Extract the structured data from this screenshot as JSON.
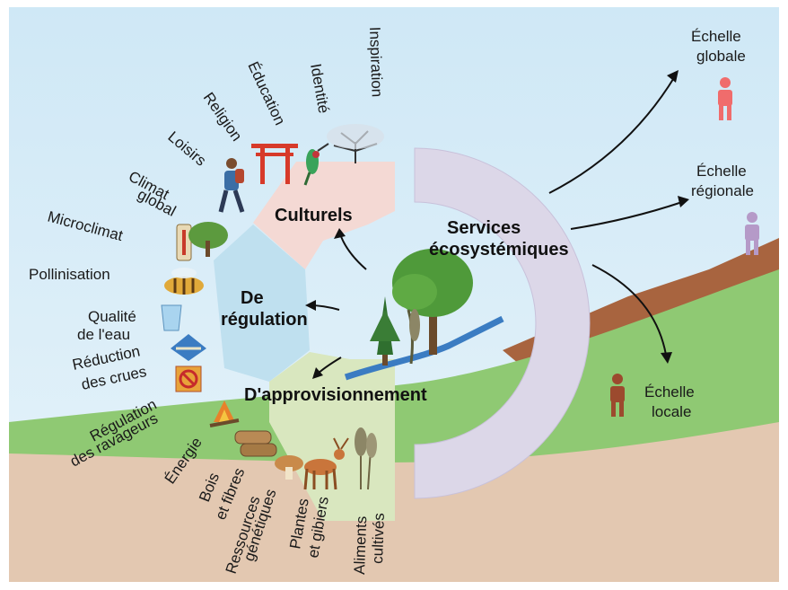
{
  "colors": {
    "sky": "#d6ecf7",
    "ground": "#e3c8b1",
    "hill": "#8fc973",
    "mountain": "#a8643f",
    "services_ring": "#dcd7e8",
    "culturels": "#f4d9d4",
    "regulation": "#bfe0ef",
    "approvisionnement": "#d9e7bf",
    "global_person": "#f06c6c",
    "regional_person": "#b59ac8",
    "local_person": "#9c4a2e"
  },
  "main": {
    "services_line1": "Services",
    "services_line2": "écosystémiques"
  },
  "categories": {
    "culturels": "Culturels",
    "regulation_line1": "De",
    "regulation_line2": "régulation",
    "approvisionnement": "D'approvisionnement"
  },
  "cultural_items": [
    "Loisirs",
    "Religion",
    "Éducation",
    "Identité",
    "Inspiration"
  ],
  "regulation_items": {
    "climat_global_1": "Climat",
    "climat_global_2": "global",
    "microclimat": "Microclimat",
    "pollinisation": "Pollinisation",
    "qualite_1": "Qualité",
    "qualite_2": "de l'eau",
    "reduction_1": "Réduction",
    "reduction_2": "des crues",
    "ravageurs_1": "Régulation",
    "ravageurs_2": "des ravageurs"
  },
  "provisioning_items": {
    "energie": "Énergie",
    "bois_1": "Bois",
    "bois_2": "et fibres",
    "ressources_1": "Ressources",
    "ressources_2": "génétiques",
    "plantes_1": "Plantes",
    "plantes_2": "et gibiers",
    "aliments_1": "Aliments",
    "aliments_2": "cultivés"
  },
  "scales": {
    "global_1": "Échelle",
    "global_2": "globale",
    "regional_1": "Échelle",
    "regional_2": "régionale",
    "local_1": "Échelle",
    "local_2": "locale"
  },
  "icons": [
    "torii-gate-icon",
    "hiker-icon",
    "hummingbird-icon",
    "bare-tree-icon",
    "thermometer-icon",
    "bee-icon",
    "water-glass-icon",
    "flood-sign-icon",
    "pest-sign-icon",
    "campfire-icon",
    "logs-icon",
    "mushroom-icon",
    "deer-icon",
    "wheat-icon",
    "person-icon"
  ]
}
